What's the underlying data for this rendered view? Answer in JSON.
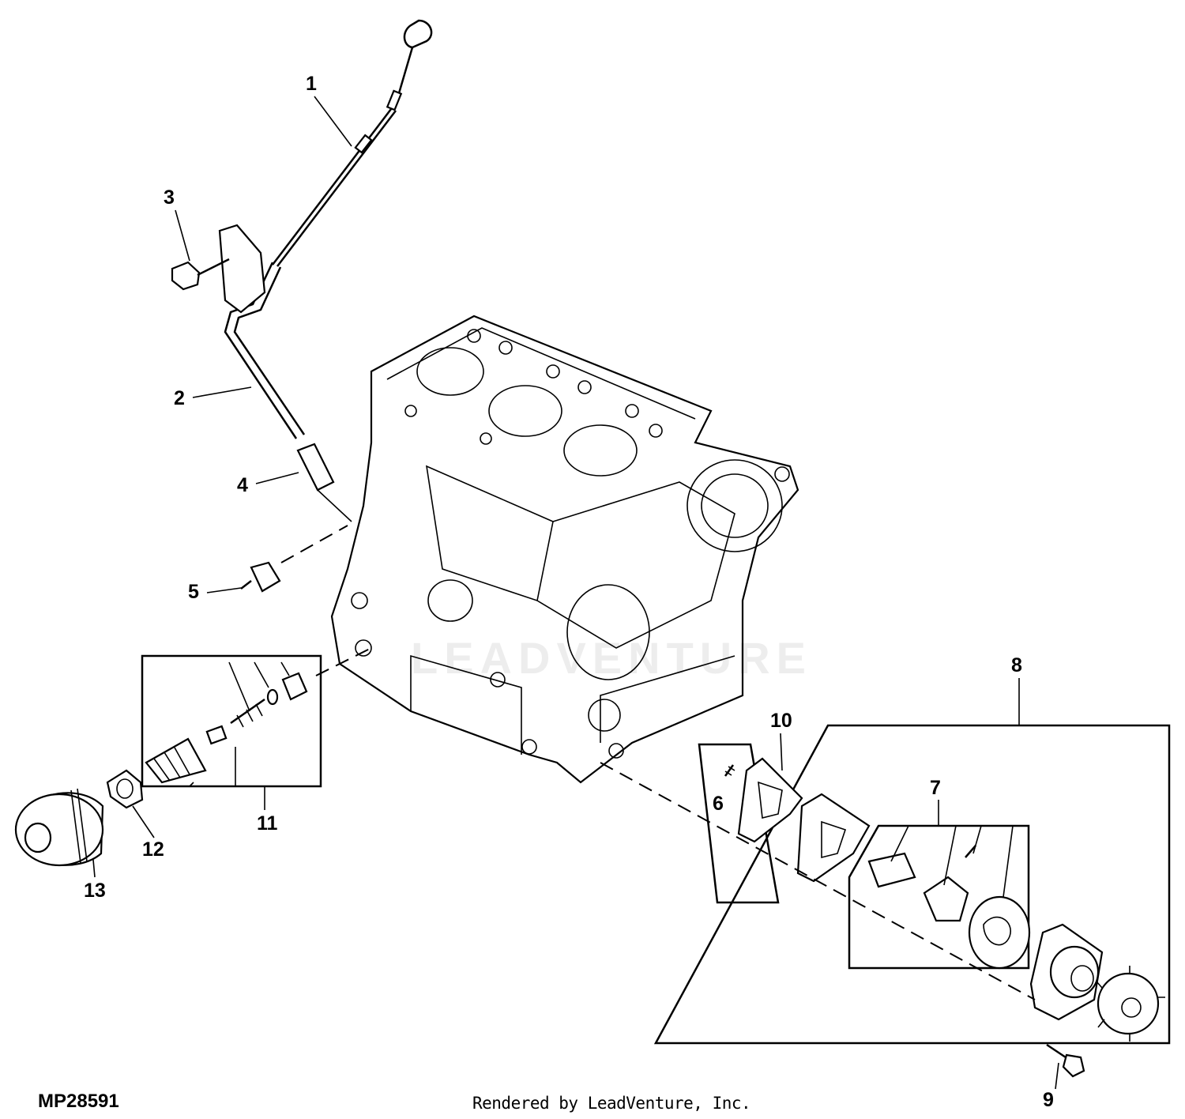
{
  "figure_id": "MP28591",
  "credit": "Rendered by LeadVenture, Inc.",
  "watermark": "LEADVENTURE",
  "callouts": [
    "1",
    "2",
    "3",
    "4",
    "5",
    "6",
    "7",
    "8",
    "9",
    "10",
    "11",
    "12",
    "13"
  ],
  "icons": {
    "dipstick": "dipstick-icon",
    "guide_tube": "dipstick-tube-icon",
    "cap_screw": "cap-screw-icon",
    "o_ring_fitting": "fitting-icon",
    "pressure_switch": "oil-pressure-switch-icon",
    "stud": "stud-icon",
    "rotor_set": "oil-pump-rotor-icon",
    "oil_pump": "oil-pump-icon",
    "gasket": "gasket-icon",
    "relief_valve": "relief-valve-icon",
    "nut": "nut-icon",
    "filter": "oil-filter-icon",
    "block": "engine-block-icon"
  }
}
